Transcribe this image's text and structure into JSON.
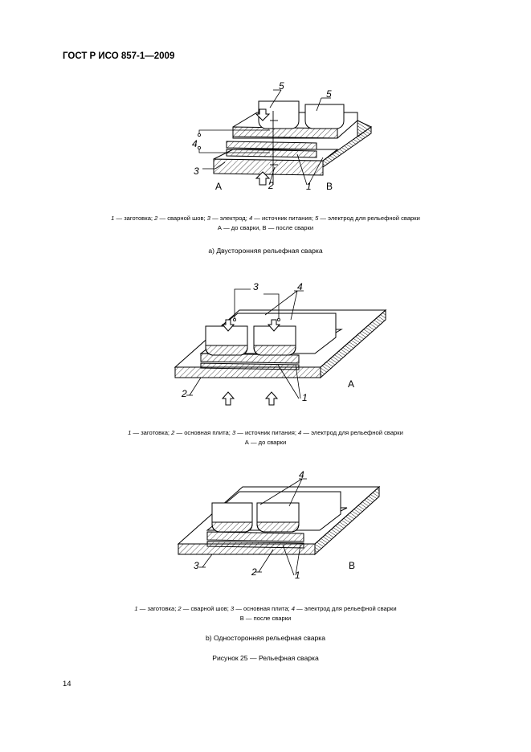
{
  "header": {
    "standard": "ГОСТ Р ИСО 857-1—2009"
  },
  "figure_a": {
    "labels": {
      "n1": "1",
      "n2": "2",
      "n3": "3",
      "n4": "4",
      "n5a": "5",
      "n5b": "5",
      "before": "A",
      "after": "B"
    },
    "legend": {
      "line1": [
        {
          "num": "1",
          "text": " — заготовка; "
        },
        {
          "num": "2",
          "text": " — сварной шов; "
        },
        {
          "num": "3",
          "text": " — электрод; "
        },
        {
          "num": "4",
          "text": " — источник питания; "
        },
        {
          "num": "5",
          "text": " — электрод для рельефной сварки"
        }
      ],
      "line2": "А — до сварки, В — после сварки"
    },
    "subcaption": "а)  Двусторонняя рельефная сварка"
  },
  "figure_b1": {
    "labels": {
      "n1": "1",
      "n2": "2",
      "n3": "3",
      "n4": "4",
      "before": "A"
    },
    "legend": {
      "line1": [
        {
          "num": "1",
          "text": " — заготовка; "
        },
        {
          "num": "2",
          "text": " — основная плита; "
        },
        {
          "num": "3",
          "text": " — источник питания; "
        },
        {
          "num": "4",
          "text": " — электрод для рельефной сварки"
        }
      ],
      "line2": "А — до сварки"
    }
  },
  "figure_b2": {
    "labels": {
      "n1": "1",
      "n2": "2",
      "n3": "3",
      "n4": "4",
      "after": "B"
    },
    "legend": {
      "line1": [
        {
          "num": "1",
          "text": " — заготовка; "
        },
        {
          "num": "2",
          "text": " — сварной шов; "
        },
        {
          "num": "3",
          "text": " — основная плита; "
        },
        {
          "num": "4",
          "text": " — электрод для рельефной сварки"
        }
      ],
      "line2": "В — после сварки"
    },
    "subcaption": "b)  Односторонняя рельефная сварка"
  },
  "figure_caption": "Рисунок 25 — Рельефная сварка",
  "page_number": "14"
}
